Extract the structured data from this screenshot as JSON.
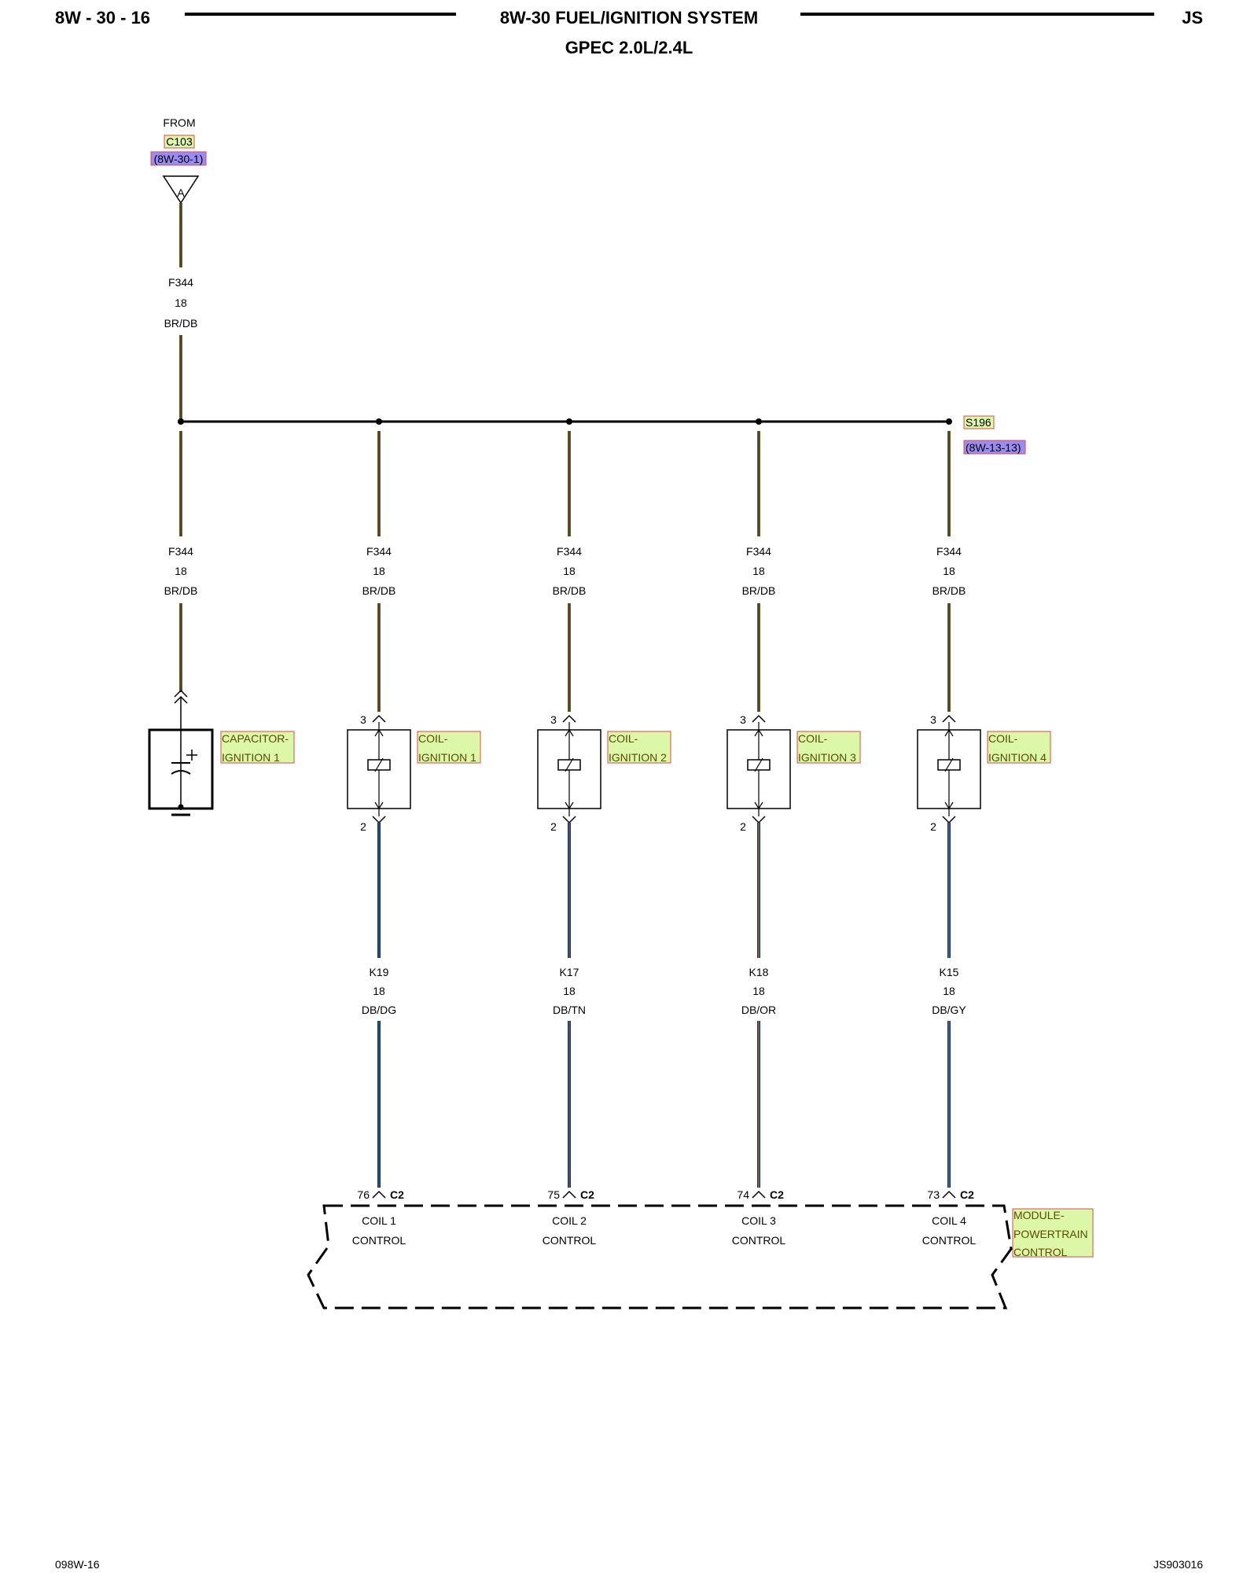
{
  "header": {
    "page_number": "8W - 30 - 16",
    "title": "8W-30 FUEL/IGNITION SYSTEM",
    "subtitle": "GPEC 2.0L/2.4L",
    "model": "JS"
  },
  "source": {
    "from_label": "FROM",
    "connector": "C103",
    "page_ref": "(8W-30-1)",
    "pin": "A",
    "wire": {
      "circuit": "F344",
      "gauge": "18",
      "color": "BR/DB"
    }
  },
  "splice": {
    "id": "S196",
    "page_ref": "(8W-13-13)"
  },
  "branches": [
    {
      "circuit": "F344",
      "gauge": "18",
      "color": "BR/DB"
    },
    {
      "circuit": "F344",
      "gauge": "18",
      "color": "BR/DB"
    },
    {
      "circuit": "F344",
      "gauge": "18",
      "color": "BR/DB"
    },
    {
      "circuit": "F344",
      "gauge": "18",
      "color": "BR/DB"
    },
    {
      "circuit": "F344",
      "gauge": "18",
      "color": "BR/DB"
    }
  ],
  "capacitor": {
    "name_line1": "CAPACITOR-",
    "name_line2": "IGNITION 1"
  },
  "coils": [
    {
      "name_line1": "COIL-",
      "name_line2": "IGNITION 1",
      "pin_in": "3",
      "pin_out": "2",
      "out_wire": {
        "circuit": "K19",
        "gauge": "18",
        "color": "DB/DG"
      },
      "pcm_pin": "76",
      "pcm_conn": "C2",
      "func_line1": "COIL 1",
      "func_line2": "CONTROL"
    },
    {
      "name_line1": "COIL-",
      "name_line2": "IGNITION 2",
      "pin_in": "3",
      "pin_out": "2",
      "out_wire": {
        "circuit": "K17",
        "gauge": "18",
        "color": "DB/TN"
      },
      "pcm_pin": "75",
      "pcm_conn": "C2",
      "func_line1": "COIL 2",
      "func_line2": "CONTROL"
    },
    {
      "name_line1": "COIL-",
      "name_line2": "IGNITION 3",
      "pin_in": "3",
      "pin_out": "2",
      "out_wire": {
        "circuit": "K18",
        "gauge": "18",
        "color": "DB/OR"
      },
      "pcm_pin": "74",
      "pcm_conn": "C2",
      "func_line1": "COIL 3",
      "func_line2": "CONTROL"
    },
    {
      "name_line1": "COIL-",
      "name_line2": "IGNITION 4",
      "pin_in": "3",
      "pin_out": "2",
      "out_wire": {
        "circuit": "K15",
        "gauge": "18",
        "color": "DB/GY"
      },
      "pcm_pin": "73",
      "pcm_conn": "C2",
      "func_line1": "COIL 4",
      "func_line2": "CONTROL"
    }
  ],
  "module": {
    "line1": "MODULE-",
    "line2": "POWERTRAIN",
    "line3": "CONTROL"
  },
  "footer": {
    "left": "098W-16",
    "right": "JS903016"
  },
  "colors": {
    "wire_brown": "#7a5a14",
    "wire_dark_blue": "#10306e",
    "component_highlight": "#ddf7a8",
    "ref_highlight": "#9a8cf4",
    "highlight_border": "#e04848"
  }
}
